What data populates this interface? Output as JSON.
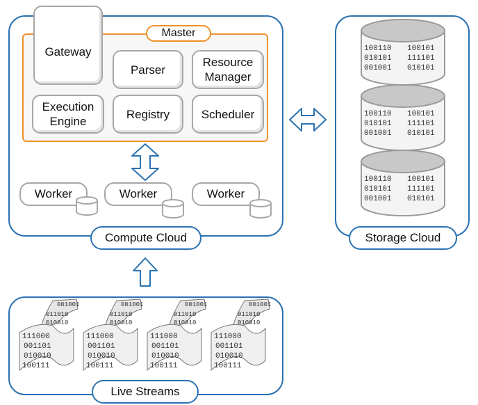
{
  "compute_cloud": {
    "label": "Compute Cloud",
    "master": {
      "label": "Master",
      "components": {
        "gateway": "Gateway",
        "parser": "Parser",
        "resource_manager_line1": "Resource",
        "resource_manager_line2": "Manager",
        "execution_engine_line1": "Execution",
        "execution_engine_line2": "Engine",
        "registry": "Registry",
        "scheduler": "Scheduler"
      }
    },
    "workers": [
      "Worker",
      "Worker",
      "Worker"
    ]
  },
  "storage_cloud": {
    "label": "Storage Cloud",
    "disk_bits": [
      "100110",
      "100101",
      "010101",
      "111101",
      "001001",
      "010101"
    ]
  },
  "live_streams": {
    "label": "Live Streams",
    "stream_bits": [
      "001001",
      "011010",
      "010010",
      "100110",
      "111000",
      "001101",
      "010010",
      "100111"
    ]
  },
  "colors": {
    "cloud_border": "#2a72b2",
    "master_border": "#f0902a",
    "component_border": "#a7a7a7"
  }
}
